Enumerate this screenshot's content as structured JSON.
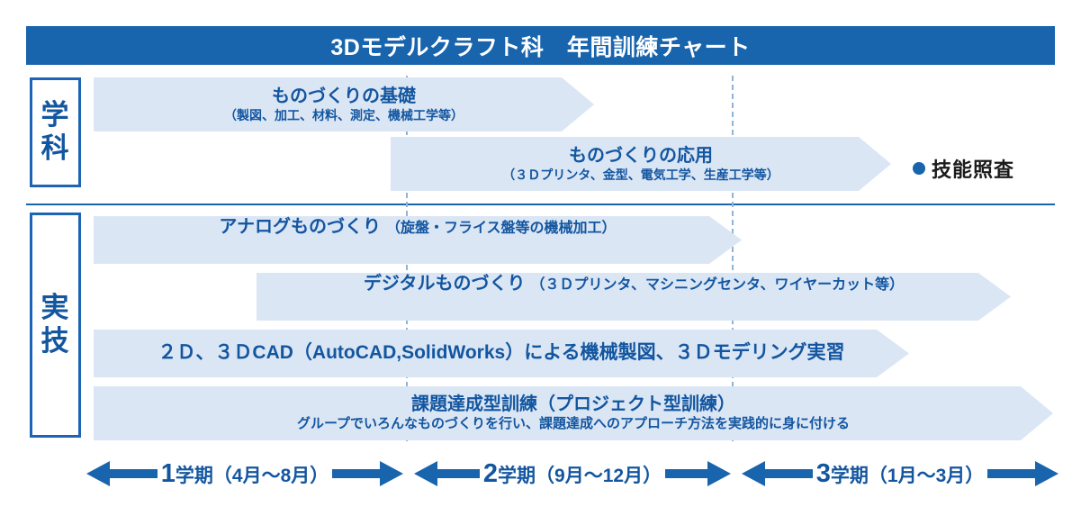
{
  "header": {
    "title": "3Dモデルクラフト科　年間訓練チャート",
    "bg_color": "#1864ad",
    "text_color": "#ffffff"
  },
  "colors": {
    "band_fill": "#dbe6f5",
    "band_text": "#1356a0",
    "accent_blue": "#1864ad",
    "divider_dash": "#8fb4d8",
    "legend_text": "#1a1a1a"
  },
  "categories": [
    {
      "key": "gakka",
      "label": "学\n科"
    },
    {
      "key": "jitsugi",
      "label": "実\n技"
    }
  ],
  "legend": {
    "icon": "filled-circle-icon",
    "label": "技能照査"
  },
  "bands": [
    {
      "id": "monozukuri-kiso",
      "section": "gakka",
      "title": "ものづくりの基礎",
      "subtitle": "（製図、加工、材料、測定、機械工学等）"
    },
    {
      "id": "monozukuri-oyou",
      "section": "gakka",
      "title": "ものづくりの応用",
      "subtitle": "（３Ｄプリンタ、金型、電気工学、生産工学等）"
    },
    {
      "id": "analog-monozukuri",
      "section": "jitsugi",
      "title": "アナログものづくり",
      "subtitle": "（旋盤・フライス盤等の機械加工）"
    },
    {
      "id": "digital-monozukuri",
      "section": "jitsugi",
      "title": "デジタルものづくり",
      "subtitle": "（３Ｄプリンタ、マシニングセンタ、ワイヤーカット等）"
    },
    {
      "id": "cad-seizu",
      "section": "jitsugi",
      "title": "２Ｄ、３ＤCAD（AutoCAD,SolidWorks）による機械製図、３Ｄモデリング実習",
      "subtitle": ""
    },
    {
      "id": "project-kunren",
      "section": "jitsugi",
      "title": "課題達成型訓練（プロジェクト型訓練）",
      "subtitle": "グループでいろんなものづくりを行い、課題達成へのアプローチ方法を実践的に身に付ける"
    }
  ],
  "terms": [
    {
      "id": "term-1",
      "number": "1",
      "label": "学期（4月〜8月）"
    },
    {
      "id": "term-2",
      "number": "2",
      "label": "学期（9月〜12月）"
    },
    {
      "id": "term-3",
      "number": "3",
      "label": "学期（1月〜3月）"
    }
  ]
}
